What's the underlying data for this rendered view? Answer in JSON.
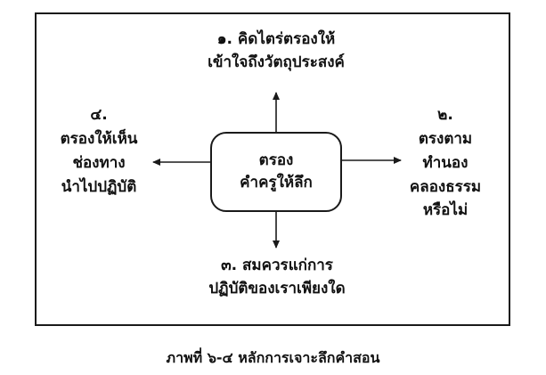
{
  "diagram": {
    "center": {
      "line1": "ตรอง",
      "line2": "คำครูให้ลึก"
    },
    "top": {
      "line1": "๑. คิดไตร่ตรองให้",
      "line2": "เข้าใจถึงวัตถุประสงค์"
    },
    "right": {
      "line1": "๒.",
      "line2": "ตรงตาม",
      "line3": "ทำนอง",
      "line4": "คลองธรรม",
      "line5": "หรือไม่"
    },
    "bottom": {
      "line1": "๓. สมควรแก่การ",
      "line2": "ปฏิบัติของเราเพียงใด"
    },
    "left": {
      "line1": "๔.",
      "line2": "ตรองให้เห็น",
      "line3": "ช่องทาง",
      "line4": "นำไปปฏิบัติ"
    }
  },
  "caption": "ภาพที่ ๖-๔ หลักการเจาะลึกคำสอน"
}
